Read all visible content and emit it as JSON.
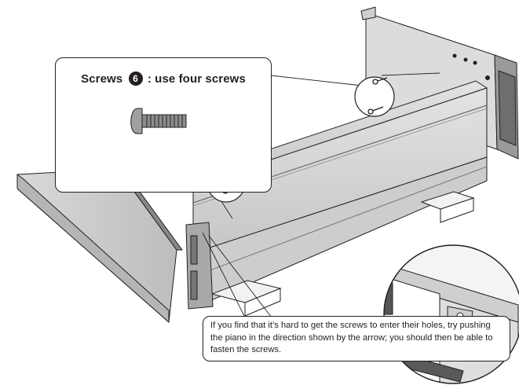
{
  "screw_callout": {
    "label": "Screws",
    "part_number": "6",
    "suffix": ": use four screws"
  },
  "note": {
    "text": "If you find that it’s hard to get the screws to enter their holes, try pushing the piano in the direction shown by the arrow; you should then be able to fasten the screws."
  }
}
